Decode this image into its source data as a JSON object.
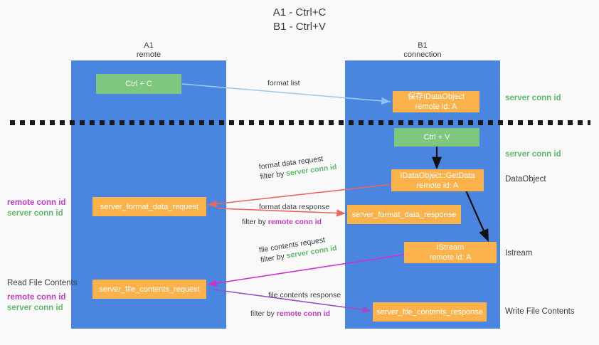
{
  "title": {
    "line1": "A1 - Ctrl+C",
    "line2": "B1 - Ctrl+V"
  },
  "lanes": [
    {
      "id": "a1",
      "title": "A1",
      "subtitle": "remote"
    },
    {
      "id": "b1",
      "title": "B1",
      "subtitle": "connection"
    }
  ],
  "nodes": {
    "ctrl_c": {
      "line1": "Ctrl + C",
      "line2": ""
    },
    "save_idataobject": {
      "line1": "保存IDataObject",
      "line2": "remote id: A"
    },
    "ctrl_v": {
      "line1": "Ctrl + V",
      "line2": ""
    },
    "getdata": {
      "line1": "IDataObject::GetData",
      "line2": "remote id: A"
    },
    "server_format_data_request": {
      "line1": "server_format_data_request",
      "line2": ""
    },
    "server_format_data_response": {
      "line1": "server_format_data_response",
      "line2": ""
    },
    "istream": {
      "line1": "IStream",
      "line2": "remote id: A"
    },
    "server_file_contents_request": {
      "line1": "server_file_contents_request",
      "line2": ""
    },
    "server_file_contents_response": {
      "line1": "server_file_contents_response",
      "line2": ""
    }
  },
  "edges": {
    "format_list": {
      "line1": "format list",
      "line2": ""
    },
    "format_data_request": {
      "line1": "format data request",
      "filter_prefix": "filter by ",
      "filter_value": "server conn id"
    },
    "format_data_response": {
      "line1": "format data response",
      "filter_prefix": "filter by ",
      "filter_value": "remote conn id"
    },
    "file_contents_request": {
      "line1": "file contents request",
      "filter_prefix": "filter by ",
      "filter_value": "server conn id"
    },
    "file_contents_response": {
      "line1": "file contents response",
      "filter_prefix": "filter by ",
      "filter_value": "remote conn id"
    }
  },
  "annotations": {
    "server_conn_id_top": "server conn id",
    "server_conn_id_mid": "server conn id",
    "dataobject": "DataObject",
    "istream": "Istream",
    "write_file_contents": "Write File Contents",
    "read_file_contents": "Read File Contents",
    "remote_conn_id": "remote conn id",
    "server_conn_id": "server conn id"
  },
  "colors": {
    "lane": "#4a86e0",
    "green_node": "#7ec77e",
    "orange_node": "#fbb24a",
    "green_text": "#5fbb6a",
    "purple_text": "#c23ec2",
    "arrow_lightblue": "#9ec9ef",
    "arrow_red": "#e8685c",
    "arrow_magenta": "#cc33cc",
    "arrow_purple": "#9b4fc4",
    "arrow_black": "#111111",
    "background": "#f9f9f9"
  }
}
